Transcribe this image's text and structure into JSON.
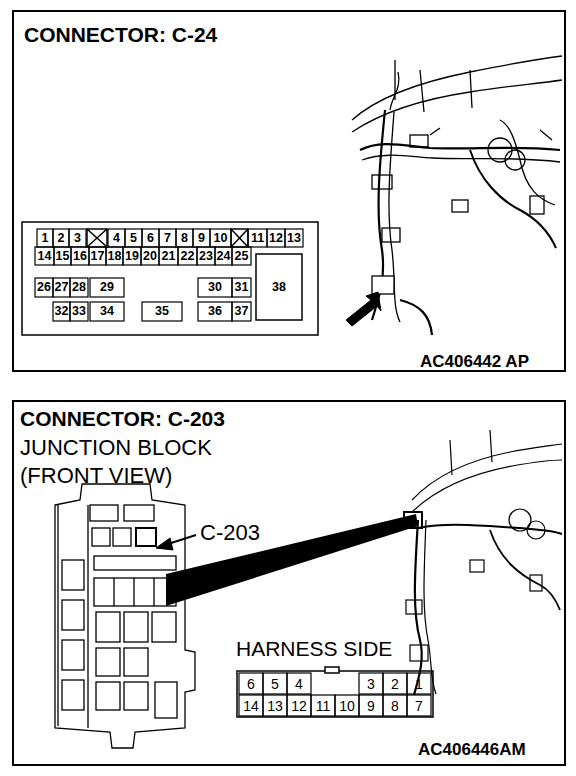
{
  "diagram": {
    "nodes": [
      {
        "text": [
          "CONNECTOR: C-24"
        ]
      },
      {
        "text": [
          "CONNECTOR: C-203",
          "JUNCTION BLOCK (FRONT VIEW)"
        ]
      }
    ],
    "labels": [
      "1",
      "2",
      "3",
      "4",
      "5",
      "6",
      "7",
      "8",
      "9",
      "10",
      "11",
      "12",
      "13",
      "14",
      "15",
      "16",
      "17",
      "18",
      "19",
      "20",
      "21",
      "22",
      "23",
      "24",
      "25",
      "26",
      "27",
      "28",
      "29",
      "30",
      "31",
      "32",
      "33",
      "34",
      "35",
      "36",
      "37",
      "38",
      "AC406442 AP",
      "C-203",
      "HARNESS SIDE",
      "6",
      "5",
      "4",
      "3",
      "2",
      "1",
      "14",
      "13",
      "12",
      "11",
      "10",
      "9",
      "8",
      "7",
      "AC406446AM"
    ]
  }
}
